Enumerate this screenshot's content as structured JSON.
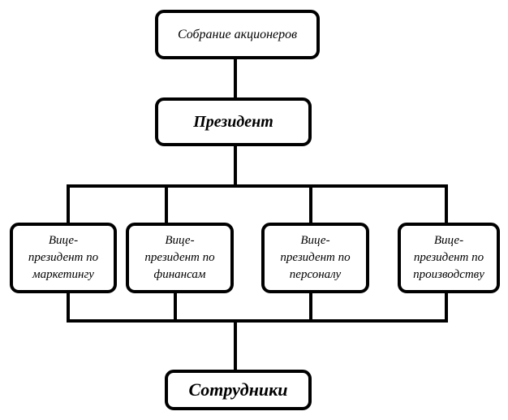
{
  "diagram": {
    "top": {
      "label": "Собрание акционеров"
    },
    "president": {
      "label": "Президент"
    },
    "vice_presidents": [
      {
        "label": "Вице-\nпрезидент по\nмаркетингу"
      },
      {
        "label": "Вице-\nпрезидент по\nфинансам"
      },
      {
        "label": "Вице-\nпрезидент по\nперсоналу"
      },
      {
        "label": "Вице-\nпрезидент по\nпроизводству"
      }
    ],
    "bottom": {
      "label": "Сотрудники"
    },
    "colors": {
      "line": "#000000",
      "box_border": "#000000",
      "background": "#ffffff"
    }
  }
}
